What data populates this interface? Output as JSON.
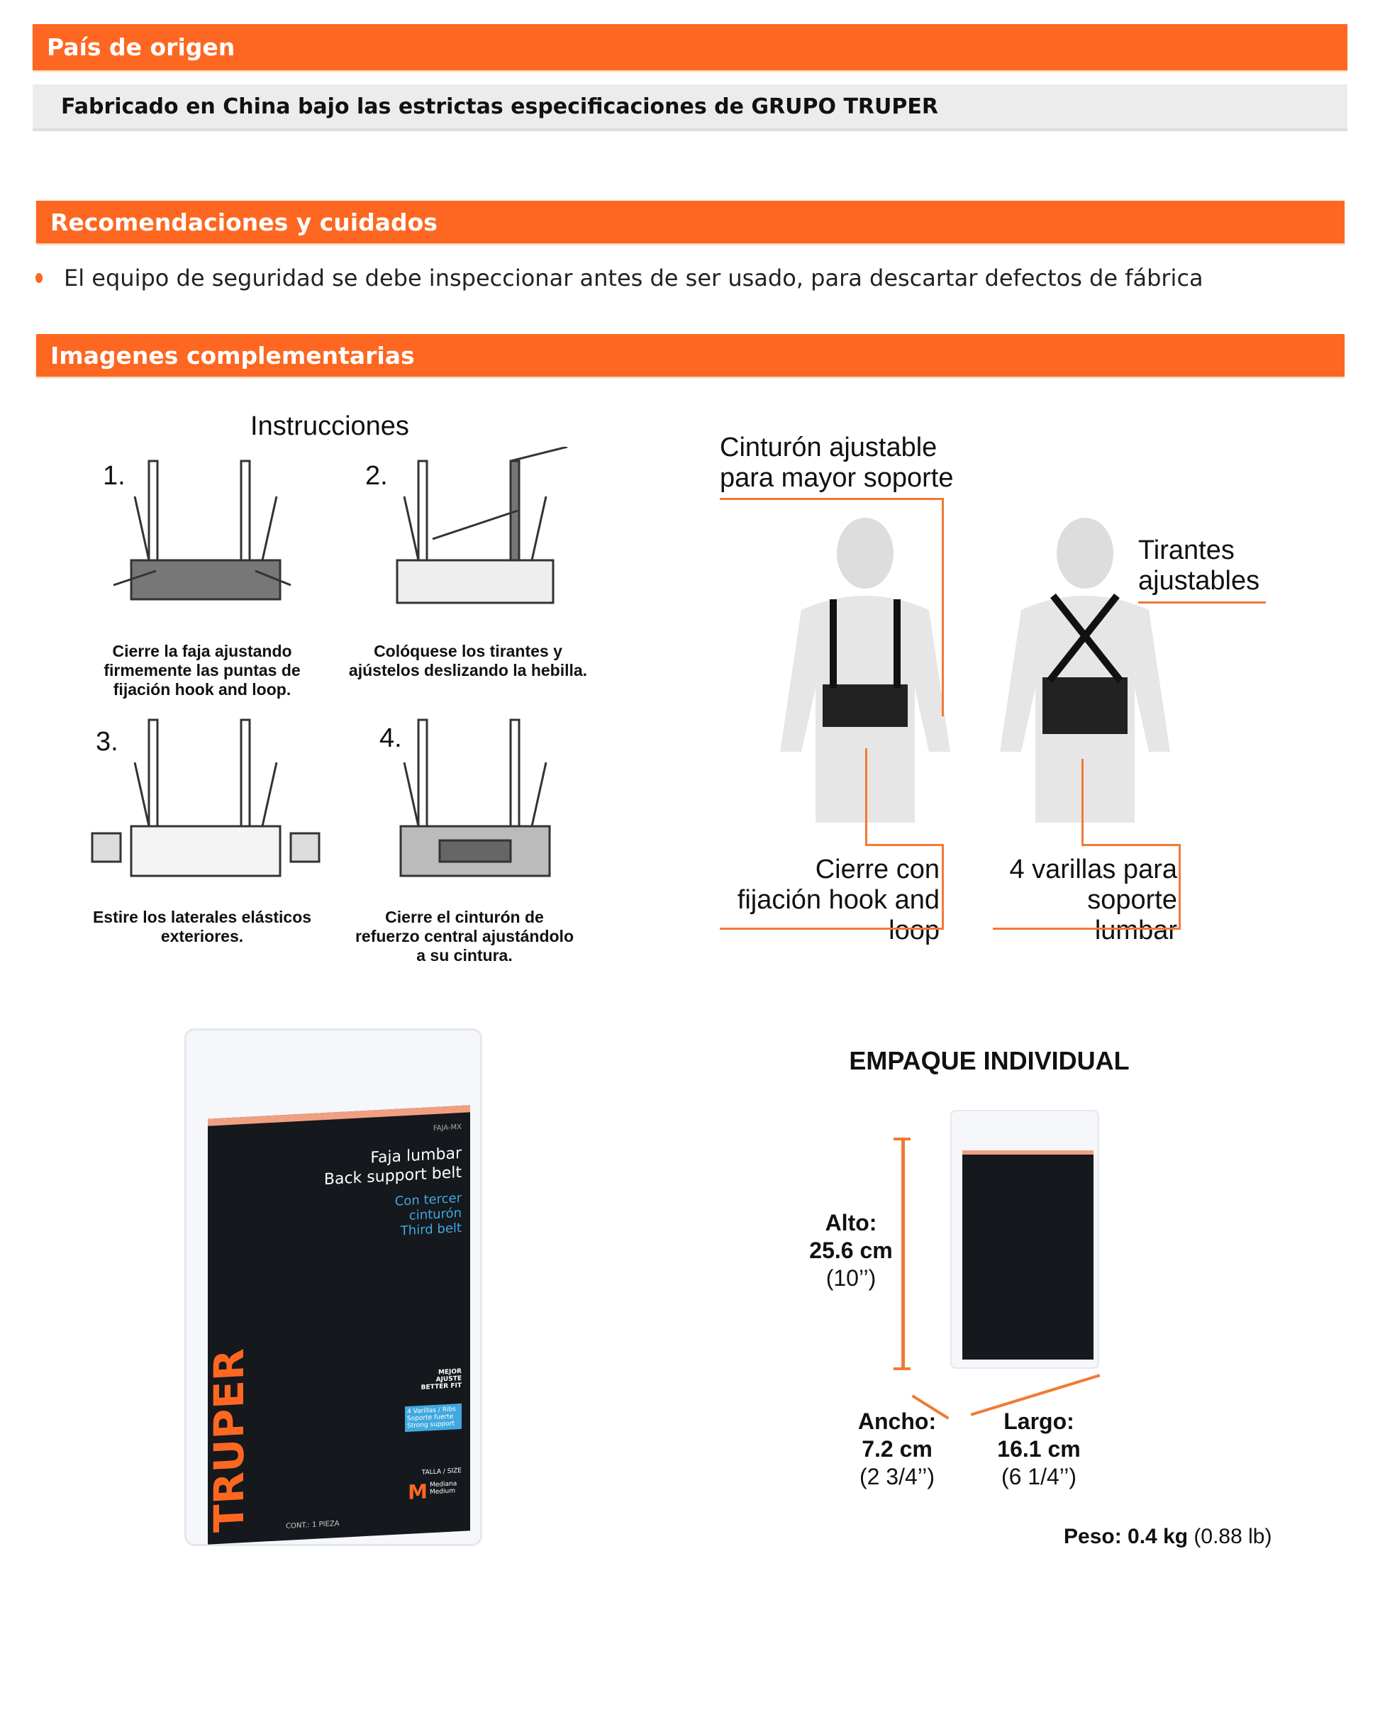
{
  "sections": {
    "origin": {
      "title": "País de origen",
      "text": "Fabricado en China bajo las estrictas especificaciones de GRUPO TRUPER"
    },
    "recommendations": {
      "title": "Recomendaciones y cuidados",
      "items": [
        "El equipo de seguridad se debe inspeccionar antes de ser usado, para descartar defectos de fábrica"
      ]
    },
    "images": {
      "title": "Imagenes complementarias"
    }
  },
  "instructions": {
    "title": "Instrucciones",
    "steps": [
      {
        "num": "1.",
        "text": "Cierre la faja ajustando firmemente las puntas de fijación hook and loop."
      },
      {
        "num": "2.",
        "text": "Colóquese los tirantes y ajústelos deslizando la hebilla."
      },
      {
        "num": "3.",
        "text": "Estire los laterales elásticos exteriores."
      },
      {
        "num": "4.",
        "text": "Cierre el cinturón de refuerzo central ajustándolo a su cintura."
      }
    ]
  },
  "features": {
    "belt": "Cinturón ajustable para mayor soporte",
    "straps": "Tirantes ajustables",
    "closure": "Cierre con fijación hook and loop",
    "rods": "4 varillas para soporte lumbar"
  },
  "package": {
    "brand": "TRUPER",
    "title_es": "Faja lumbar",
    "title_en": "Back support belt",
    "third_belt": "Con tercer cinturón Third belt",
    "fit": "MEJOR AJUSTE BETTER FIT",
    "rods": "4 Varillas / Ribs Soporte fuerte Strong support",
    "size_label": "TALLA / SIZE",
    "size": "M",
    "size_name": "Mediana Medium",
    "contents": "CONT.: 1 PIEZA",
    "code": "FAJA-MX"
  },
  "packaging": {
    "title": "EMPAQUE INDIVIDUAL",
    "height": {
      "label": "Alto:",
      "cm": "25.6 cm",
      "in": "(10’’)"
    },
    "width": {
      "label": "Ancho:",
      "cm": "7.2 cm",
      "in": "(2 3/4’’)"
    },
    "length": {
      "label": "Largo:",
      "cm": "16.1 cm",
      "in": "(6 1/4’’)"
    },
    "weight_label": "Peso: 0.4 kg",
    "weight_lb": "(0.88 lb)"
  },
  "colors": {
    "accent": "#fd6721"
  }
}
